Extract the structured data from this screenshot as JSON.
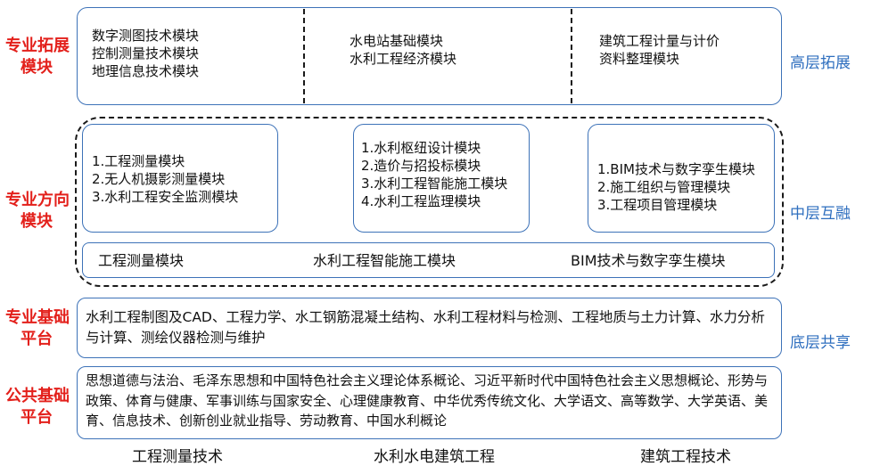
{
  "left_labels": {
    "expand": [
      "专业拓展",
      "模块"
    ],
    "direction": [
      "专业方向",
      "模块"
    ],
    "foundation": [
      "专业基础",
      "平台"
    ],
    "public": [
      "公共基础",
      "平台"
    ]
  },
  "right_labels": {
    "high": "高层拓展",
    "mid": "中层互融",
    "low": "底层共享"
  },
  "expand_modules": {
    "col1": [
      "数字测图技术模块",
      "控制测量技术模块",
      "地理信息技术模块"
    ],
    "col2": [
      "水电站基础模块",
      "水利工程经济模块"
    ],
    "col3": [
      "建筑工程计量与计价",
      "资料整理模块"
    ]
  },
  "direction_modules": {
    "col1": [
      "1.工程测量模块",
      "2.无人机摄影测量模块",
      "3.水利工程安全监测模块"
    ],
    "col2": [
      "1.水利枢纽设计模块",
      "2.造价与招投标模块",
      "3.水利工程智能施工模块",
      "4.水利工程监理模块"
    ],
    "col3": [
      "1.BIM技术与数字孪生模块",
      "2.施工组织与管理模块",
      "3.工程项目管理模块"
    ]
  },
  "shared_row": [
    "工程测量模块",
    "水利工程智能施工模块",
    "BIM技术与数字孪生模块"
  ],
  "foundation_text": "水利工程制图及CAD、工程力学、水工钢筋混凝土结构、水利工程材料与检测、工程地质与土力计算、水力分析与计算、测绘仪器检测与维护",
  "public_text": "思想道德与法治、毛泽东思想和中国特色社会主义理论体系概论、习近平新时代中国特色社会主义思想概论、形势与政策、体育与健康、军事训练与国家安全、心理健康教育、中华优秀传统文化、大学语文、高等数学、大学英语、美育、信息技术、创新创业就业指导、劳动教育、中国水利概论",
  "majors": [
    "工程测量技术",
    "水利水电建筑工程",
    "建筑工程技术"
  ]
}
